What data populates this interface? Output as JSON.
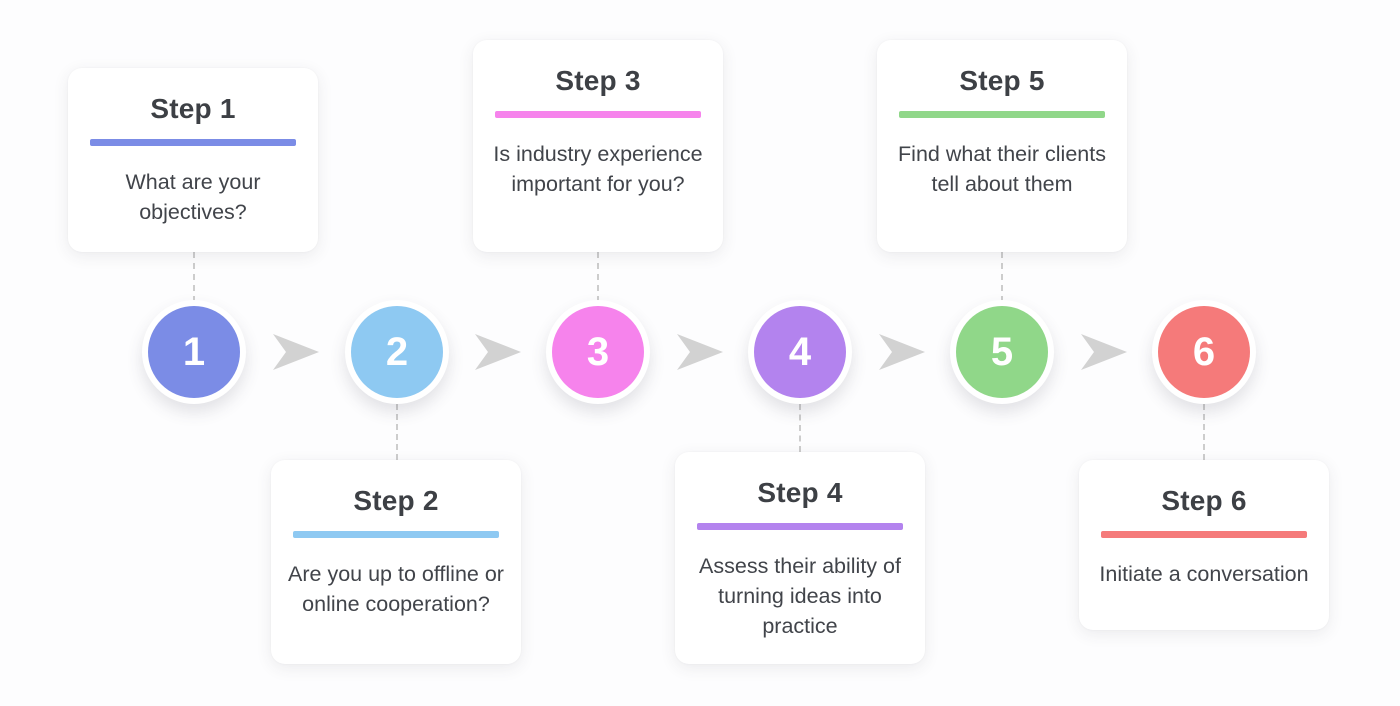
{
  "diagram": {
    "type": "process-flow",
    "background": "#fdfdfe",
    "arrow_color": "#d2d2d2",
    "connector_color": "#cdcdcd",
    "connector_style": "dashed"
  },
  "steps": [
    {
      "number": "1",
      "title": "Step 1",
      "description": "What are your objectives?",
      "color": "#7b8ce6",
      "card_position": "above"
    },
    {
      "number": "2",
      "title": "Step 2",
      "description": "Are you up to offline or online cooperation?",
      "color": "#8ec9f2",
      "card_position": "below"
    },
    {
      "number": "3",
      "title": "Step 3",
      "description": "Is industry experience important for you?",
      "color": "#f683ec",
      "card_position": "above"
    },
    {
      "number": "4",
      "title": "Step 4",
      "description": "Assess their ability of turning ideas into practice",
      "color": "#b383ee",
      "card_position": "below"
    },
    {
      "number": "5",
      "title": "Step 5",
      "description": "Find what their clients tell about them",
      "color": "#90d789",
      "card_position": "above"
    },
    {
      "number": "6",
      "title": "Step 6",
      "description": "Initiate a conversation",
      "color": "#f57a7a",
      "card_position": "below"
    }
  ]
}
